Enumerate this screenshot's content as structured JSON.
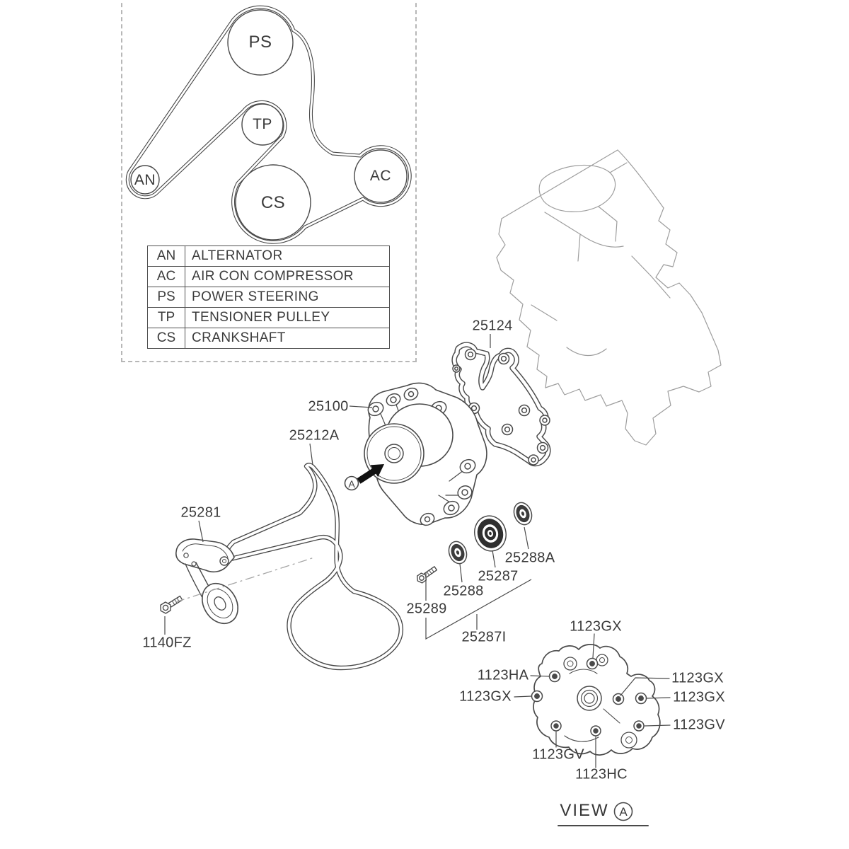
{
  "colors": {
    "line": "#4a4a4a",
    "light_sketch": "#9d9d9d",
    "label_text": "#3a3a3a",
    "dash_border": "#b7b7b7",
    "arrow_fill": "#111111"
  },
  "belt_diagram": {
    "pulleys": [
      {
        "code": "PS"
      },
      {
        "code": "TP"
      },
      {
        "code": "AN"
      },
      {
        "code": "CS"
      },
      {
        "code": "AC"
      }
    ]
  },
  "legend": {
    "rows": [
      {
        "abbr": "AN",
        "name": "ALTERNATOR"
      },
      {
        "abbr": "AC",
        "name": "AIR CON COMPRESSOR"
      },
      {
        "abbr": "PS",
        "name": "POWER STEERING"
      },
      {
        "abbr": "TP",
        "name": "TENSIONER PULLEY"
      },
      {
        "abbr": "CS",
        "name": "CRANKSHAFT"
      }
    ]
  },
  "parts": {
    "gasket": {
      "label": "25124"
    },
    "water_pump": {
      "label": "25100"
    },
    "drive_belt": {
      "label": "25212A"
    },
    "belt_tensioner": {
      "label": "25281"
    },
    "tensioner_bolt": {
      "label": "1140FZ"
    },
    "idler_bolt": {
      "label": "25289"
    },
    "idler_washer_inner": {
      "label": "25288"
    },
    "idler_pulley": {
      "label": "25287"
    },
    "idler_washer_outer": {
      "label": "25288A"
    },
    "idler_assembly": {
      "label": "25287I"
    }
  },
  "assembly_arrow_ref": {
    "label": "A"
  },
  "view_a": {
    "title": "VIEW",
    "ref": "A",
    "bolts": [
      {
        "pos": "top",
        "label": "1123GX"
      },
      {
        "pos": "upper-left",
        "label": "1123HA"
      },
      {
        "pos": "left",
        "label": "1123GX"
      },
      {
        "pos": "inner-right",
        "label": "1123GX"
      },
      {
        "pos": "right",
        "label": "1123GX"
      },
      {
        "pos": "lower-right",
        "label": "1123GV"
      },
      {
        "pos": "bottom-left",
        "label": "1123GV"
      },
      {
        "pos": "bottom-center",
        "label": "1123HC"
      }
    ]
  }
}
